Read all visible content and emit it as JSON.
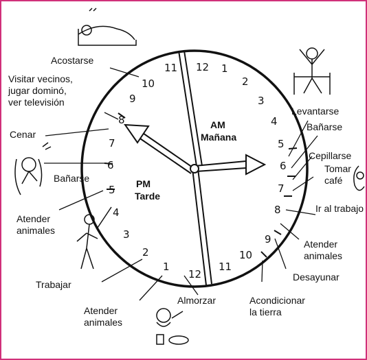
{
  "halves": {
    "am": {
      "line1": "AM",
      "line2": "Mañana"
    },
    "pm": {
      "line1": "PM",
      "line2": "Tarde"
    }
  },
  "am_numbers": [
    "12",
    "1",
    "2",
    "3",
    "4",
    "5",
    "6",
    "7",
    "8",
    "9",
    "10",
    "11"
  ],
  "pm_numbers": [
    "12",
    "1",
    "2",
    "3",
    "4",
    "5",
    "6",
    "7",
    "8",
    "9",
    "10",
    "11"
  ],
  "activities": {
    "acostarse": "Acostarse",
    "visitar": "Visitar vecinos,\njugar dominó,\nver televisión",
    "cenar": "Cenar",
    "banarse_pm": "Bañarse",
    "atender_pm": "Atender\nanimales",
    "trabajar": "Trabajar",
    "atender_pm2": "Atender\nanimales",
    "almorzar": "Almorzar",
    "acondicionar": "Acondicionar\nla tierra",
    "desayunar": "Desayunar",
    "atender_am": "Atender\nanimales",
    "ir_trabajo": "Ir al trabajo",
    "tomar_cafe": "Tomar\ncafé",
    "cepillarse": "Cepillarse",
    "banarse_am": "Bañarse",
    "levantarse": "Levantarse"
  }
}
